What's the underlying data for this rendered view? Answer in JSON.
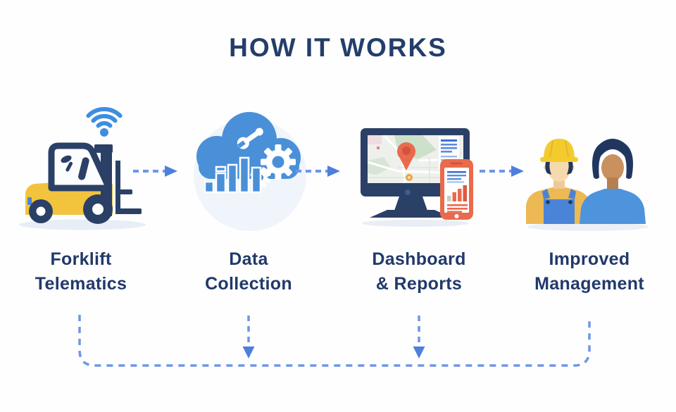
{
  "title": "HOW IT WORKS",
  "steps": [
    {
      "id": "forklift-telematics",
      "icon": "forklift-with-wifi-icon",
      "lines": [
        "Forklift",
        "Telematics"
      ]
    },
    {
      "id": "data-collection",
      "icon": "cloud-processing-icon",
      "lines": [
        "Data",
        "Collection"
      ]
    },
    {
      "id": "dashboard-reports",
      "icon": "monitor-and-phone-icon",
      "lines": [
        "Dashboard",
        "& Reports"
      ]
    },
    {
      "id": "improved-management",
      "icon": "workers-icon",
      "lines": [
        "Improved",
        "Management"
      ]
    }
  ],
  "flow": {
    "direction": "left-to-right",
    "connector_style": "dashed-arrow",
    "feedback_loop": "dashed line from step 1 down, across the bottom and up to step 4, with downward dashed arrows from steps 2 and 3"
  },
  "colors": {
    "background": "#fefefe",
    "title_text": "#243e6b",
    "label_text": "#21396a",
    "connector": "#6e96e6",
    "connector_arrowhead": "#4e7fdb",
    "wifi_blue": "#3e8ee0",
    "cloud_blue": "#4a90d8",
    "forklift_yellow": "#f2c33d",
    "dark_navy": "#2b4066",
    "accent_orange": "#e96a4c",
    "hardhat_yellow": "#f4cb2f"
  }
}
